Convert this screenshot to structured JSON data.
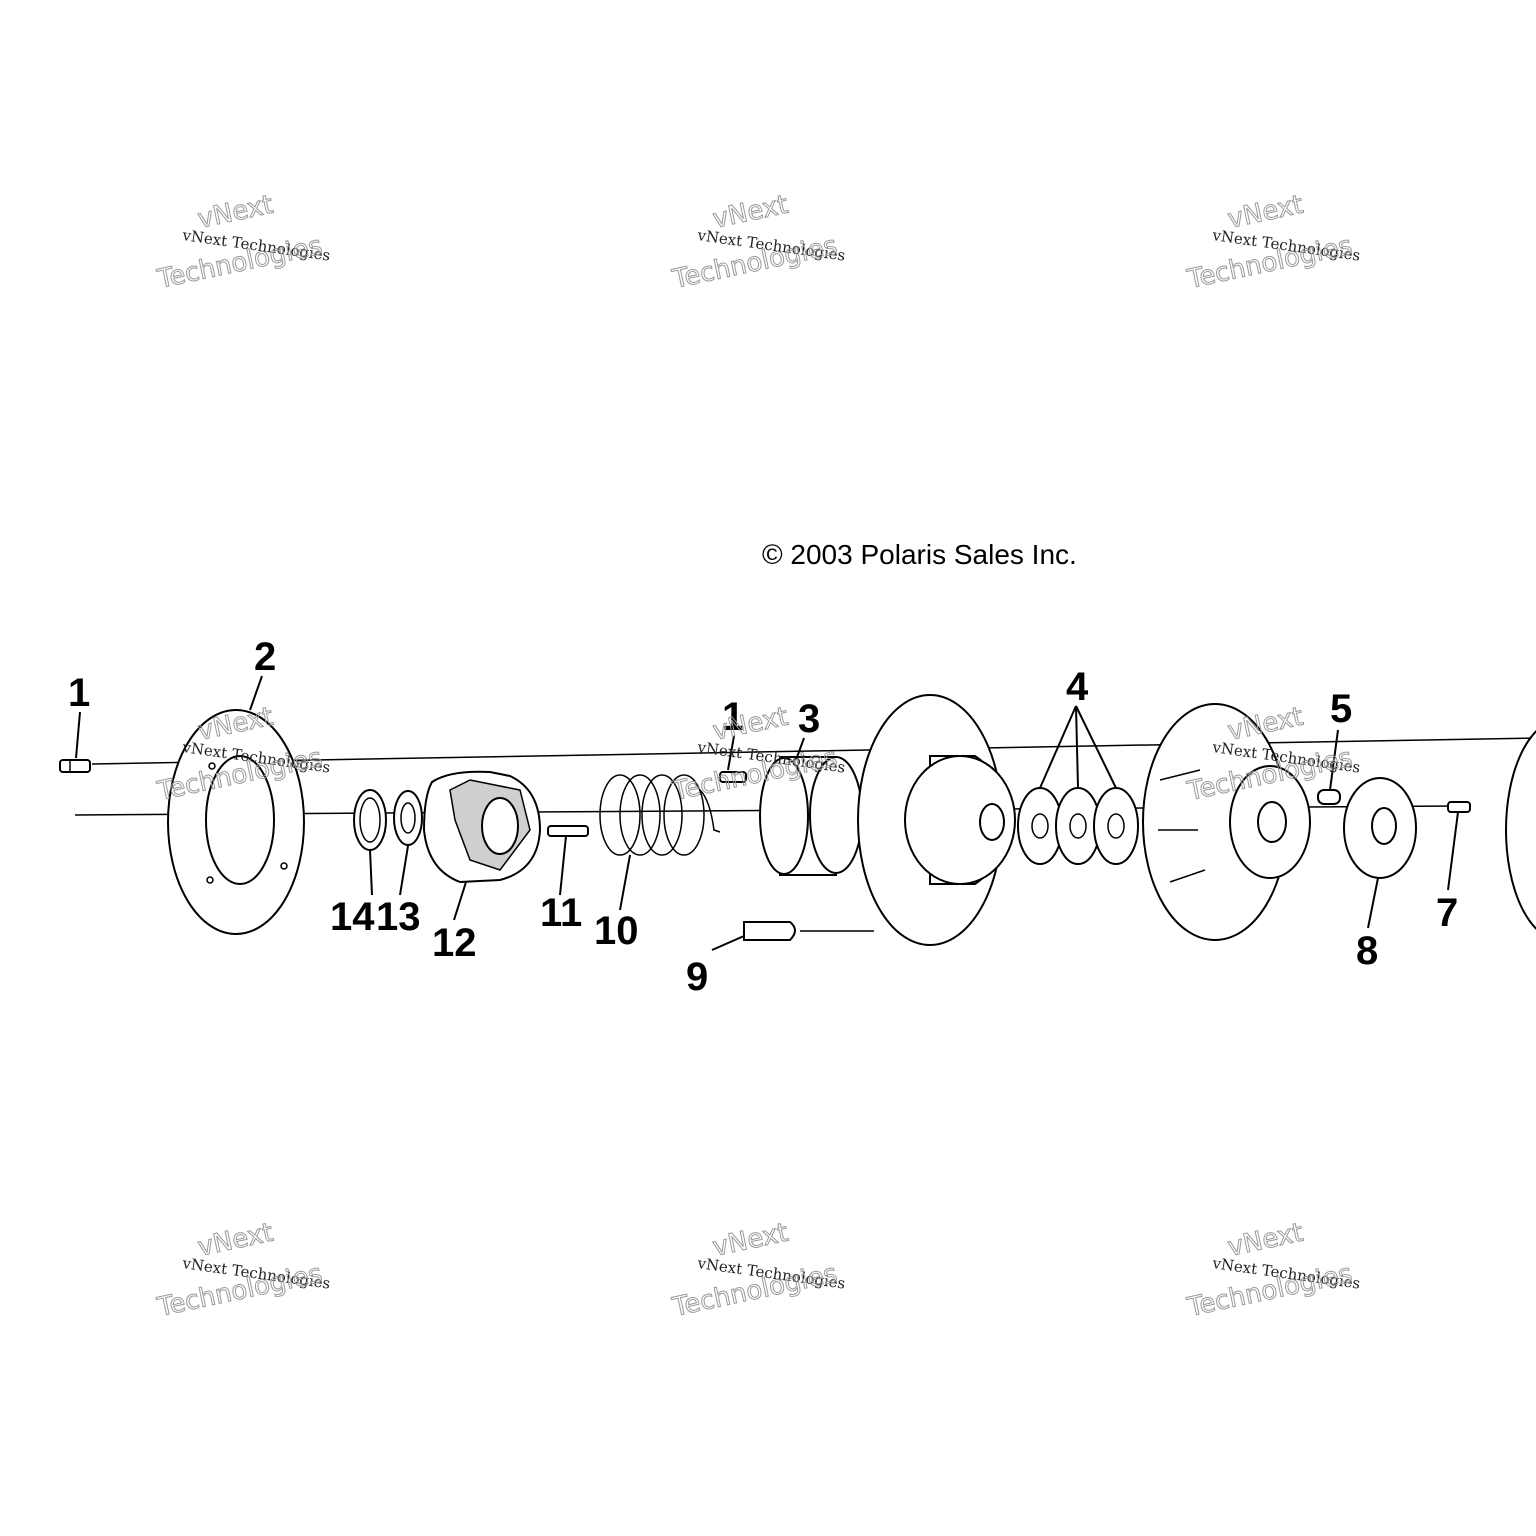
{
  "copyright": "© 2003 Polaris Sales Inc.",
  "watermark": {
    "line1": "vNext Technologies",
    "line2": "vNext",
    "line3": "Technologies"
  },
  "callouts": [
    "1",
    "2",
    "1",
    "3",
    "4",
    "5",
    "14",
    "13",
    "12",
    "11",
    "10",
    "9",
    "7",
    "8"
  ]
}
